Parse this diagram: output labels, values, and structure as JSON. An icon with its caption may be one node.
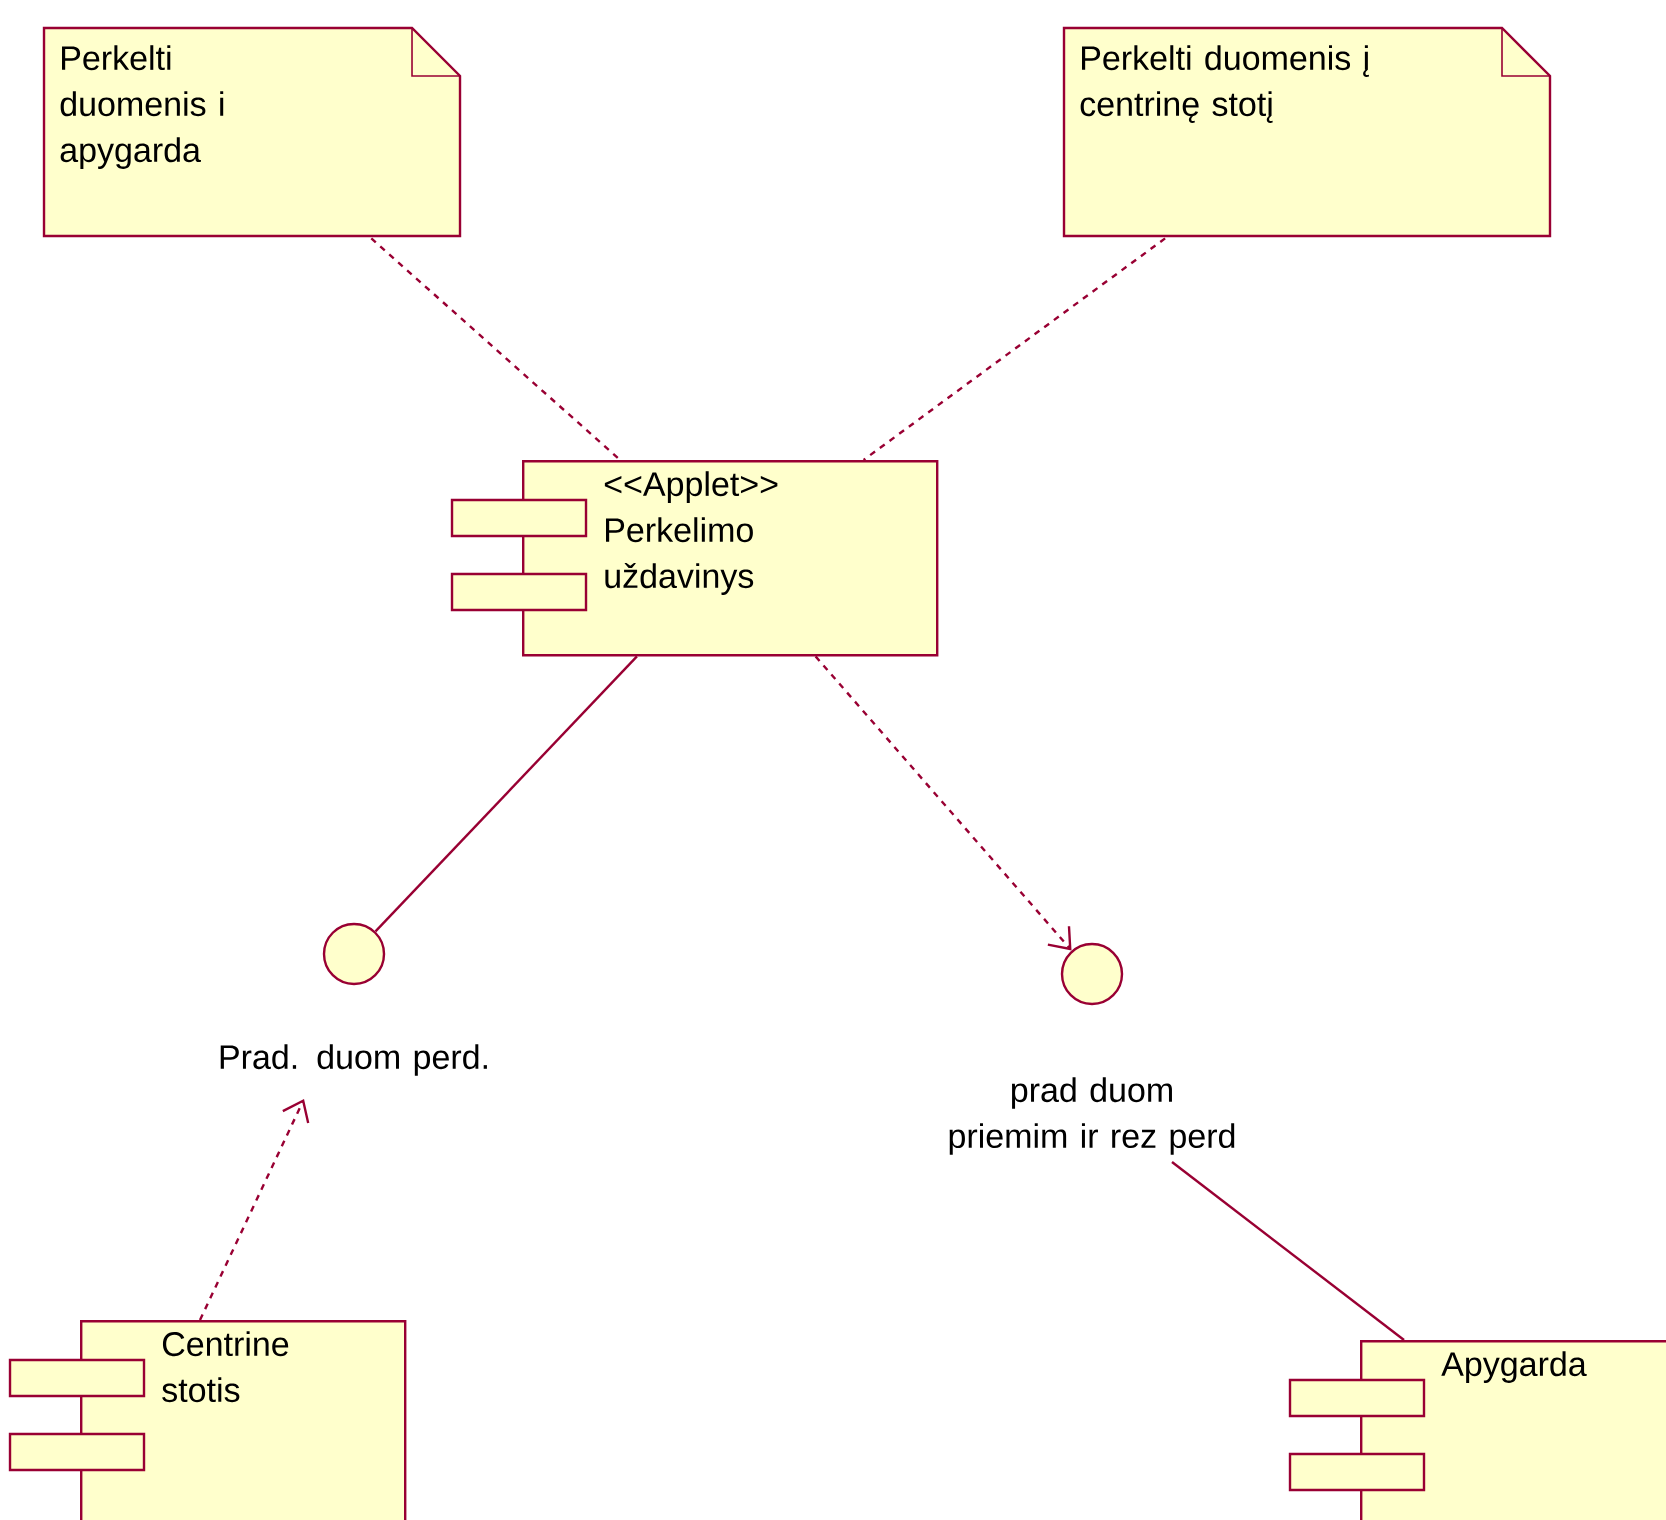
{
  "diagram": {
    "nodes": [
      {
        "text": [
          "Perkelti duomenis i apygarda"
        ]
      },
      {
        "text": [
          "Perkelti duomenis į centrinę stotį"
        ]
      },
      {
        "text": [
          "<<Applet>> Perkelimo uždavinys"
        ]
      },
      {
        "text": [],
        "shape": "circle",
        "beside": [
          "Prad. duom perd."
        ]
      },
      {
        "text": [],
        "shape": "circle",
        "beside": [
          "prad duom priemim ir rez perd"
        ]
      },
      {
        "text": [
          "Centrine stotis"
        ]
      },
      {
        "text": [
          "Apygarda"
        ]
      }
    ],
    "edges": [
      {
        "from": 0,
        "to": 2,
        "arrow": "none",
        "style": "dashed"
      },
      {
        "from": 1,
        "to": 2,
        "arrow": "none",
        "style": "dashed"
      },
      {
        "from": 2,
        "to": 3,
        "arrow": "none"
      },
      {
        "from": 2,
        "to": 4,
        "arrow": "to",
        "style": "dashed"
      },
      {
        "from": 5,
        "to": 3,
        "arrow": "to",
        "style": "dashed"
      },
      {
        "from": 6,
        "to": 4,
        "arrow": "none"
      }
    ]
  }
}
